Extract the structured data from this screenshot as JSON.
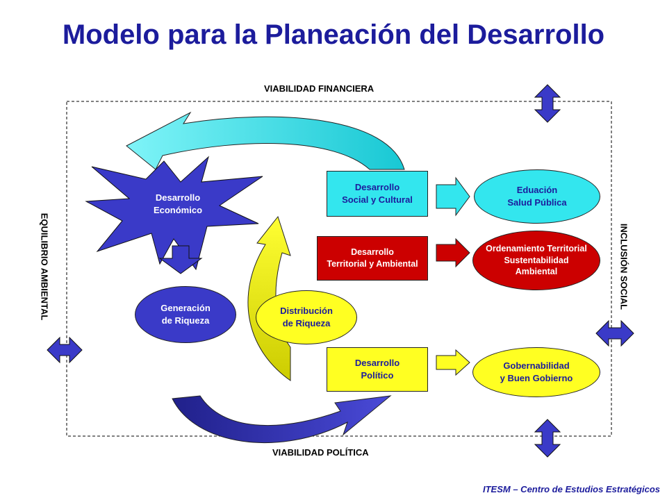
{
  "title": "Modelo para la Planeación  del Desarrollo",
  "edges": {
    "top": "VIABILIDAD FINANCIERA",
    "bottom": "VIABILIDAD POLÍTICA",
    "left": "EQUILIBRIO AMBIENTAL",
    "right": "INCLUSIÓN SOCIAL"
  },
  "nodes": {
    "economico": [
      "Desarrollo",
      "Económico"
    ],
    "generacion": [
      "Generación",
      "de Riqueza"
    ],
    "distribucion": [
      "Distribución",
      "de Riqueza"
    ],
    "social": [
      "Desarrollo",
      "Social y Cultural"
    ],
    "territorial": [
      "Desarrollo",
      "Territorial y Ambiental"
    ],
    "politico": [
      "Desarrollo",
      "Político"
    ],
    "educacion": [
      "Eduación",
      "Salud Pública"
    ],
    "ordenamiento": [
      "Ordenamiento Territorial",
      "Sustentabilidad",
      "Ambiental"
    ],
    "gobernabilidad": [
      "Gobernabilidad",
      "y Buen Gobierno"
    ]
  },
  "footer": "ITESM – Centro de Estudios Estratégicos",
  "colors": {
    "title": "#1c1c9c",
    "blue": "#3a3ac8",
    "cyan": "#33e6ee",
    "red": "#cc0000",
    "yellow": "#ffff22",
    "navy": "#2a2a9c"
  }
}
